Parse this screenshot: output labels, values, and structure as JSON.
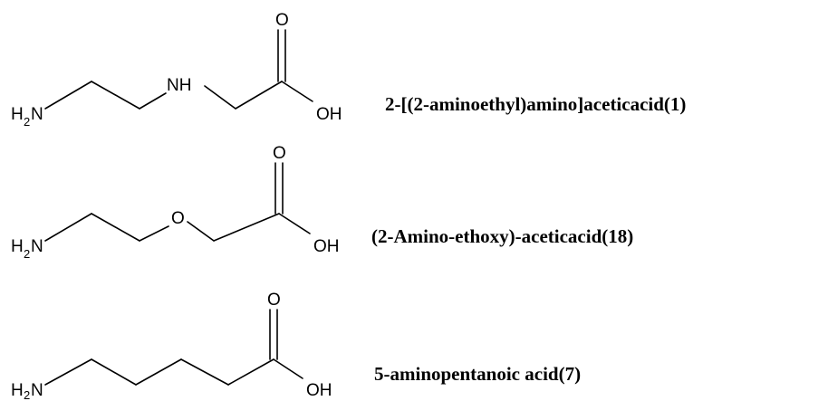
{
  "compounds": [
    {
      "name": "2-[(2-aminoethyl)amino]aceticacid(1)",
      "atoms": {
        "amine": "H",
        "amine_sub": "2",
        "amine_n": "N",
        "linker": "NH",
        "carbonyl": "O",
        "hydroxyl": "OH"
      }
    },
    {
      "name": "(2-Amino-ethoxy)-aceticacid(18)",
      "atoms": {
        "amine": "H",
        "amine_sub": "2",
        "amine_n": "N",
        "linker": "O",
        "carbonyl": "O",
        "hydroxyl": "OH"
      }
    },
    {
      "name": "5-aminopentanoic acid(7)",
      "atoms": {
        "amine": "H",
        "amine_sub": "2",
        "amine_n": "N",
        "carbonyl": "O",
        "hydroxyl": "OH"
      }
    }
  ]
}
